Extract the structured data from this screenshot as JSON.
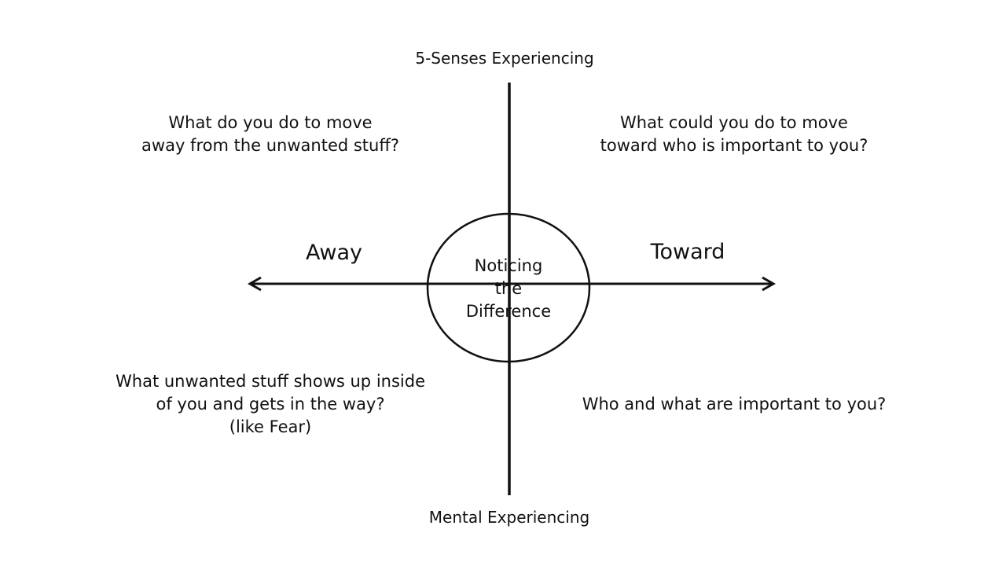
{
  "axes": {
    "vertical_top": "5-Senses Experiencing",
    "vertical_bottom": "Mental Experiencing",
    "horizontal_left": "Away",
    "horizontal_right": "Toward"
  },
  "center": {
    "text": "Noticing\nthe\nDifference"
  },
  "quadrants": {
    "top_left": "What do you do to move\naway from the unwanted stuff?",
    "top_right": "What could you do to move\ntoward who is important to you?",
    "bottom_left": "What unwanted stuff shows up inside\nof you and gets in the way?\n(like Fear)",
    "bottom_right": "Who and what are important to you?"
  },
  "colors": {
    "line": "#111111",
    "text": "#111111",
    "background": "#ffffff"
  }
}
